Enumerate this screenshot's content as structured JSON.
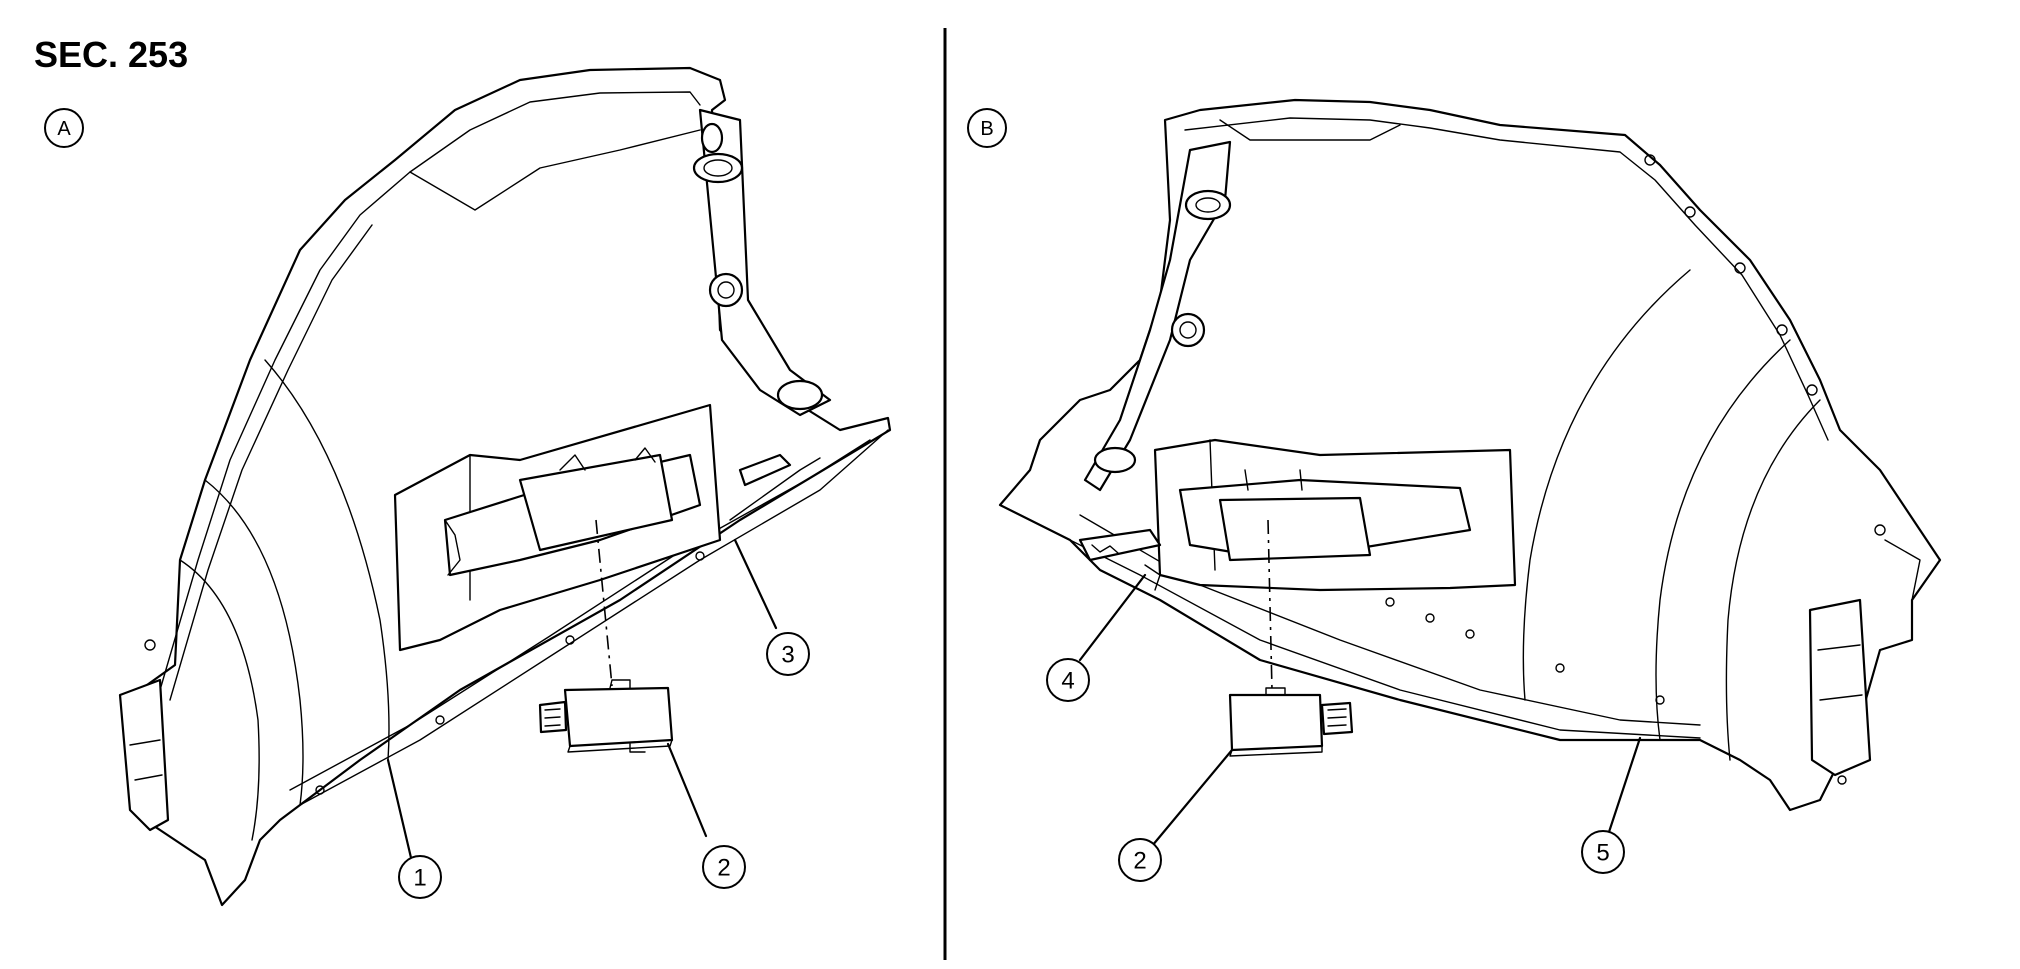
{
  "section": "SEC. 253",
  "views": [
    {
      "letter": "A"
    },
    {
      "letter": "B"
    }
  ],
  "callouts": {
    "a1": "1",
    "a2": "2",
    "a3": "3",
    "b4": "4",
    "b2": "2",
    "b5": "5"
  }
}
